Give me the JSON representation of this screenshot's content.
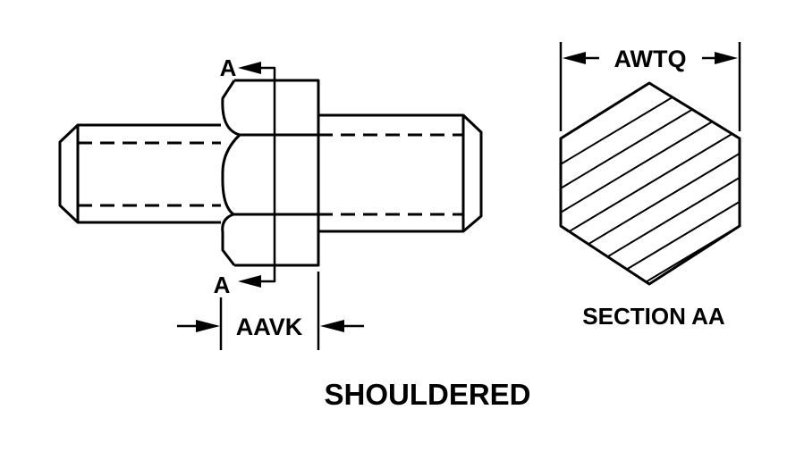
{
  "labels": {
    "section_mark_top": "A",
    "section_mark_bottom": "A",
    "length_dimension": "AAVK",
    "width_dimension": "AWTQ",
    "section_title": "SECTION AA",
    "part_title": "SHOULDERED"
  }
}
